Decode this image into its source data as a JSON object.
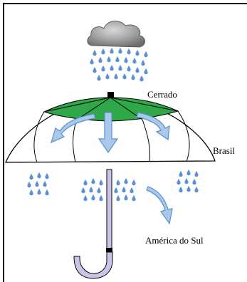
{
  "labels": {
    "cerrado": "Cerrado",
    "brasil": "Brasil",
    "america_do_sul": "América do Sul"
  },
  "icons": [
    "cloud-icon",
    "raindrop-icon",
    "curved-arrow-icon",
    "straight-arrow-icon",
    "umbrella-icon"
  ],
  "colors": {
    "cerrado_band": "#2fa84a",
    "canopy_fill": "#ffffff",
    "arrow_fill": "#a8c8ec",
    "arrow_stroke": "#5b8fc9",
    "raindrop": "#5b8fd6",
    "cloud": "#8f8f8f",
    "handle": "#c8c6e8"
  }
}
